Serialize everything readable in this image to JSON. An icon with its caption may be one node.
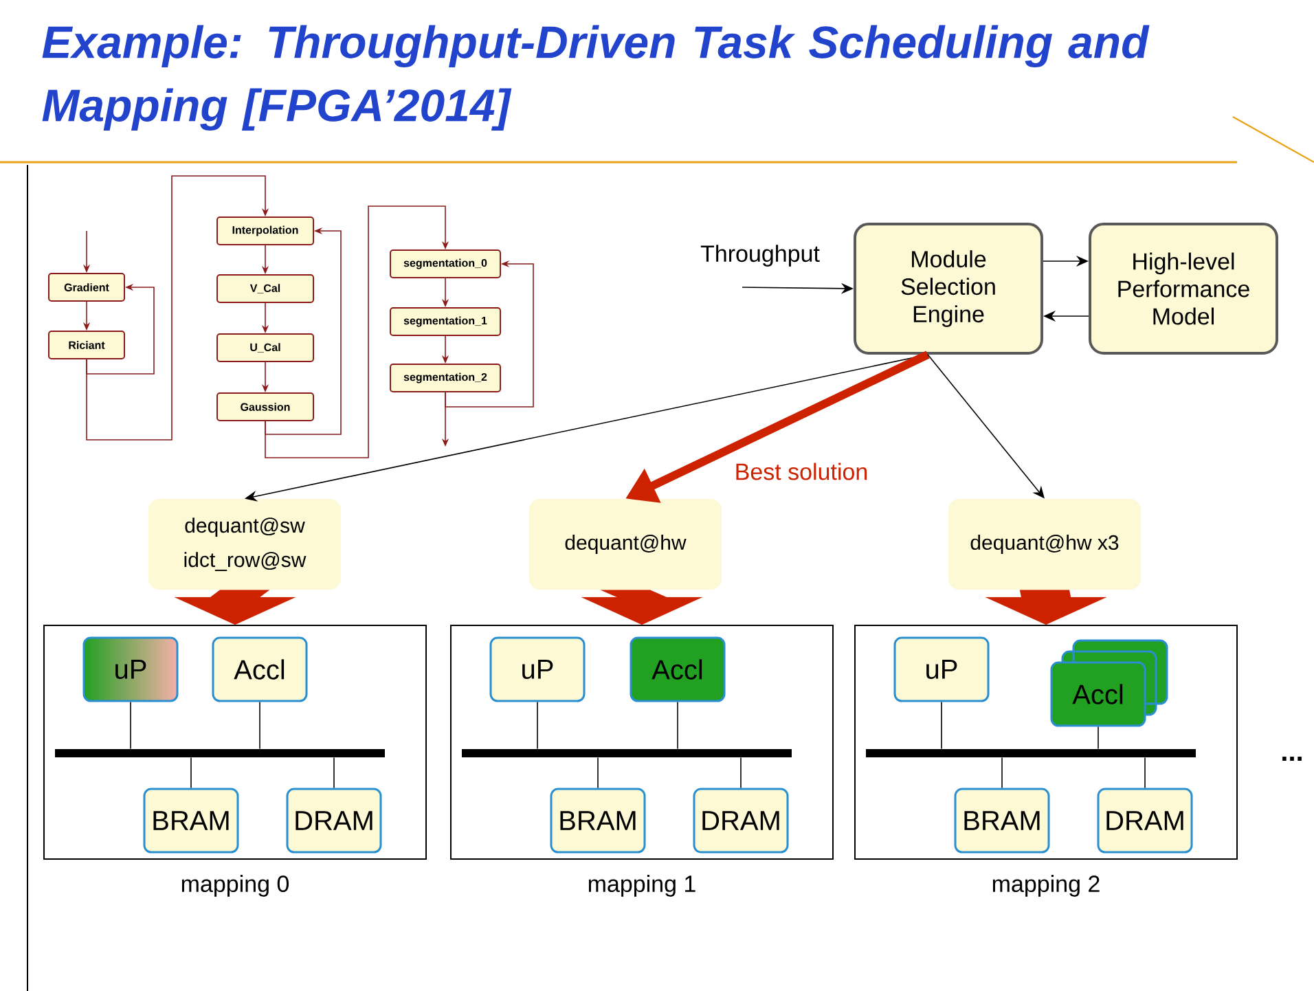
{
  "diagram": {
    "title": "Example: Throughput-Driven Task Scheduling and Mapping [FPGA’2014]",
    "nodes": [
      {
        "text": [
          "Gradient"
        ]
      },
      {
        "text": [
          "Riciant"
        ]
      },
      {
        "text": [
          "Interpolation"
        ]
      },
      {
        "text": [
          "V_Cal"
        ]
      },
      {
        "text": [
          "U_Cal"
        ]
      },
      {
        "text": [
          "Gaussion"
        ]
      },
      {
        "text": [
          "segmentation_0"
        ]
      },
      {
        "text": [
          "segmentation_1"
        ]
      },
      {
        "text": [
          "segmentation_2"
        ]
      },
      {
        "text": [
          "Module Selection Engine"
        ]
      },
      {
        "text": [
          "High-level Performance Model"
        ]
      },
      {
        "text": [
          "dequant@sw",
          "idct_row@sw"
        ]
      },
      {
        "text": [
          "dequant@hw"
        ]
      },
      {
        "text": [
          "dequant@hw x3"
        ]
      },
      {
        "text": [],
        "shape": "box",
        "beside": [
          "mapping 0"
        ]
      },
      {
        "text": [
          "uP"
        ],
        "in": 14
      },
      {
        "text": [
          "Accl"
        ],
        "in": 14
      },
      {
        "text": [],
        "shape": "bar",
        "in": 14
      },
      {
        "text": [
          "BRAM"
        ],
        "in": 14
      },
      {
        "text": [
          "DRAM"
        ],
        "in": 14
      },
      {
        "text": [],
        "shape": "box",
        "beside": [
          "mapping 1"
        ]
      },
      {
        "text": [
          "uP"
        ],
        "in": 20
      },
      {
        "text": [
          "Accl"
        ],
        "in": 20
      },
      {
        "text": [],
        "shape": "bar",
        "in": 20
      },
      {
        "text": [
          "BRAM"
        ],
        "in": 20
      },
      {
        "text": [
          "DRAM"
        ],
        "in": 20
      },
      {
        "text": [],
        "shape": "box",
        "beside": [
          "mapping 2"
        ]
      },
      {
        "text": [
          "uP"
        ],
        "in": 26
      },
      {
        "text": [
          "Accl"
        ],
        "in": 26
      },
      {
        "text": [],
        "shape": "bar",
        "in": 26
      },
      {
        "text": [
          "BRAM"
        ],
        "in": 26
      },
      {
        "text": [
          "DRAM"
        ],
        "in": 26
      }
    ],
    "edges": [
      {
        "from": null,
        "to": 0,
        "arrow": "to",
        "color": "#8b1a1a"
      },
      {
        "from": 0,
        "to": 1,
        "arrow": "to",
        "color": "#8b1a1a"
      },
      {
        "from": 1,
        "to": 0,
        "arrow": "to",
        "color": "#8b1a1a"
      },
      {
        "from": 1,
        "to": 2,
        "arrow": "to",
        "color": "#8b1a1a"
      },
      {
        "from": 2,
        "to": 3,
        "arrow": "to",
        "color": "#8b1a1a"
      },
      {
        "from": 3,
        "to": 4,
        "arrow": "to",
        "color": "#8b1a1a"
      },
      {
        "from": 4,
        "to": 5,
        "arrow": "to",
        "color": "#8b1a1a"
      },
      {
        "from": 5,
        "to": 2,
        "arrow": "to",
        "color": "#8b1a1a"
      },
      {
        "from": 5,
        "to": 6,
        "arrow": "to",
        "color": "#8b1a1a"
      },
      {
        "from": 6,
        "to": 7,
        "arrow": "to",
        "color": "#8b1a1a"
      },
      {
        "from": 7,
        "to": 8,
        "arrow": "to",
        "color": "#8b1a1a"
      },
      {
        "from": 8,
        "to": 6,
        "arrow": "to",
        "color": "#8b1a1a"
      },
      {
        "from": 8,
        "to": null,
        "arrow": "to",
        "color": "#8b1a1a"
      },
      {
        "from": null,
        "to": 9,
        "arrow": "to",
        "label": "Throughput"
      },
      {
        "from": 9,
        "to": 10,
        "arrow": "to"
      },
      {
        "from": 10,
        "to": 9,
        "arrow": "to"
      },
      {
        "from": 9,
        "to": 11,
        "arrow": "to"
      },
      {
        "from": 9,
        "to": 12,
        "arrow": "to",
        "label": "Best solution",
        "style": "thick",
        "color": "#cc2200"
      },
      {
        "from": 9,
        "to": 13,
        "arrow": "to"
      },
      {
        "from": 11,
        "to": 14,
        "arrow": "to",
        "style": "thick",
        "color": "#cc2200"
      },
      {
        "from": 12,
        "to": 20,
        "arrow": "to",
        "style": "thick",
        "color": "#cc2200"
      },
      {
        "from": 13,
        "to": 26,
        "arrow": "to",
        "style": "thick",
        "color": "#cc2200"
      },
      {
        "from": 15,
        "to": 17,
        "arrow": "none"
      },
      {
        "from": 16,
        "to": 17,
        "arrow": "none"
      },
      {
        "from": 17,
        "to": 18,
        "arrow": "none"
      },
      {
        "from": 17,
        "to": 19,
        "arrow": "none"
      },
      {
        "from": 21,
        "to": 23,
        "arrow": "none"
      },
      {
        "from": 22,
        "to": 23,
        "arrow": "none"
      },
      {
        "from": 23,
        "to": 24,
        "arrow": "none"
      },
      {
        "from": 23,
        "to": 25,
        "arrow": "none"
      },
      {
        "from": 27,
        "to": 29,
        "arrow": "none"
      },
      {
        "from": 28,
        "to": 29,
        "arrow": "none"
      },
      {
        "from": 29,
        "to": 30,
        "arrow": "none"
      },
      {
        "from": 29,
        "to": 31,
        "arrow": "none"
      }
    ],
    "labels": [
      "..."
    ]
  }
}
